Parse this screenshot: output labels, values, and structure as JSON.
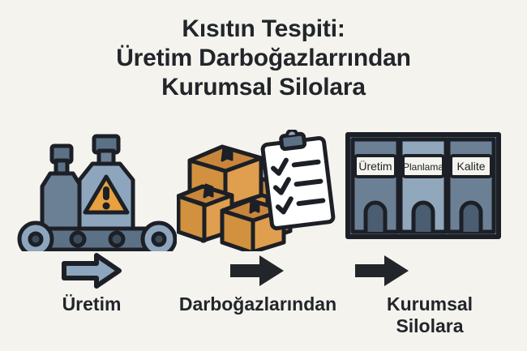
{
  "page": {
    "background_color": "#f4f3ee",
    "ink_color": "#22252a"
  },
  "title": {
    "line1": "Kısıtın Tespiti:",
    "line2": "Üretim Darboğazlarrından",
    "line3": "Kurumsal Silolara"
  },
  "icons": {
    "production": {
      "name": "conveyor-belt-with-warning-icon",
      "alt": "Conveyor belt carrying two containers, one marked with a warning triangle",
      "belt_color": "#5d7186",
      "container_front_color": "#8ea6bd",
      "container_back_color": "#6c8095",
      "warning_color": "#e8a13f",
      "outline_color": "#1c2026"
    },
    "boxes": {
      "name": "cardboard-boxes-with-clipboard-icon",
      "alt": "Stack of three cardboard boxes beside a clipboard with a three-item checklist",
      "box_front_color": "#e09e4f",
      "box_top_color": "#c8863c",
      "clipboard_color": "#ffffff",
      "clip_color": "#5d7186",
      "checkmark_count": 3,
      "outline_color": "#1c2026"
    },
    "silos": {
      "name": "corporate-silos-binders-icon",
      "alt": "Three upright binders in a shelf, each with a printed spine label",
      "shelf_color": "#5d7186",
      "binder_color": "#6c8095",
      "binder_highlight_color": "#91a7bc",
      "outline_color": "#1c2026",
      "binder_labels": [
        "Üretim",
        "Planlama",
        "Kalite"
      ]
    }
  },
  "flow": {
    "steps": [
      {
        "arrow_name": "arrow-right-outline-icon",
        "arrow_style": "outlined",
        "arrow_fill": "#8ea6bd",
        "arrow_stroke": "#1c2026",
        "label": "Üretim"
      },
      {
        "arrow_name": "arrow-right-solid-icon",
        "arrow_style": "solid",
        "arrow_fill": "#22252a",
        "arrow_stroke": "#22252a",
        "label": "Darboğazlarından"
      },
      {
        "arrow_name": "arrow-right-solid-icon",
        "arrow_style": "solid",
        "arrow_fill": "#22252a",
        "arrow_stroke": "#22252a",
        "label": "Kurumsal\nSilolara"
      }
    ]
  }
}
